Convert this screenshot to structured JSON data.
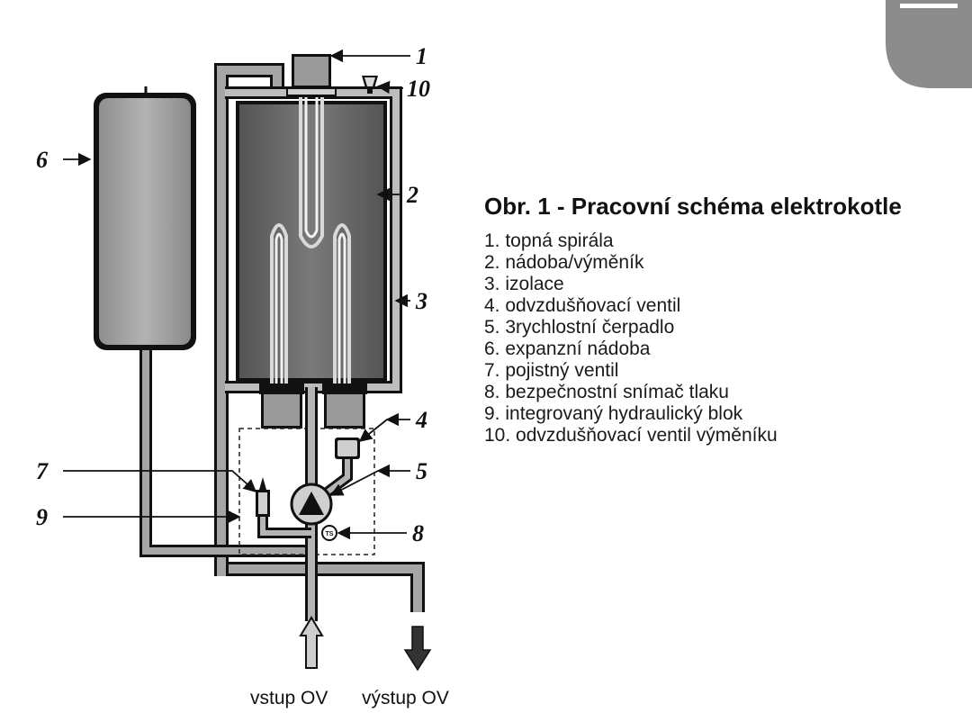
{
  "title": "Obr. 1 - Pracovní schéma elektrokotle",
  "legend": [
    {
      "num": "1",
      "text": "1. topná spirála"
    },
    {
      "num": "2",
      "text": "2. nádoba/výměník"
    },
    {
      "num": "3",
      "text": "3. izolace"
    },
    {
      "num": "4",
      "text": "4. odvzdušňovací ventil"
    },
    {
      "num": "5",
      "text": "5. 3rychlostní čerpadlo"
    },
    {
      "num": "6",
      "text": "6. expanzní nádoba"
    },
    {
      "num": "7",
      "text": "7. pojistný ventil"
    },
    {
      "num": "8",
      "text": "8. bezpečnostní snímač tlaku"
    },
    {
      "num": "9",
      "text": "9. integrovaný hydraulický blok"
    },
    {
      "num": "10",
      "text": "10. odvzdušňovací ventil výměníku"
    }
  ],
  "diagram": {
    "inlet_label": "vstup OV",
    "outlet_label": "výstup OV",
    "sensor_mark": "TS",
    "callouts": {
      "c1": "1",
      "c2": "2",
      "c3": "3",
      "c4": "4",
      "c5": "5",
      "c6": "6",
      "c7": "7",
      "c8": "8",
      "c9": "9",
      "c10": "10"
    }
  },
  "colors": {
    "tab": "#8c8c8c",
    "tank": "#6e6e6e",
    "insulation": "#bdbdbd"
  }
}
